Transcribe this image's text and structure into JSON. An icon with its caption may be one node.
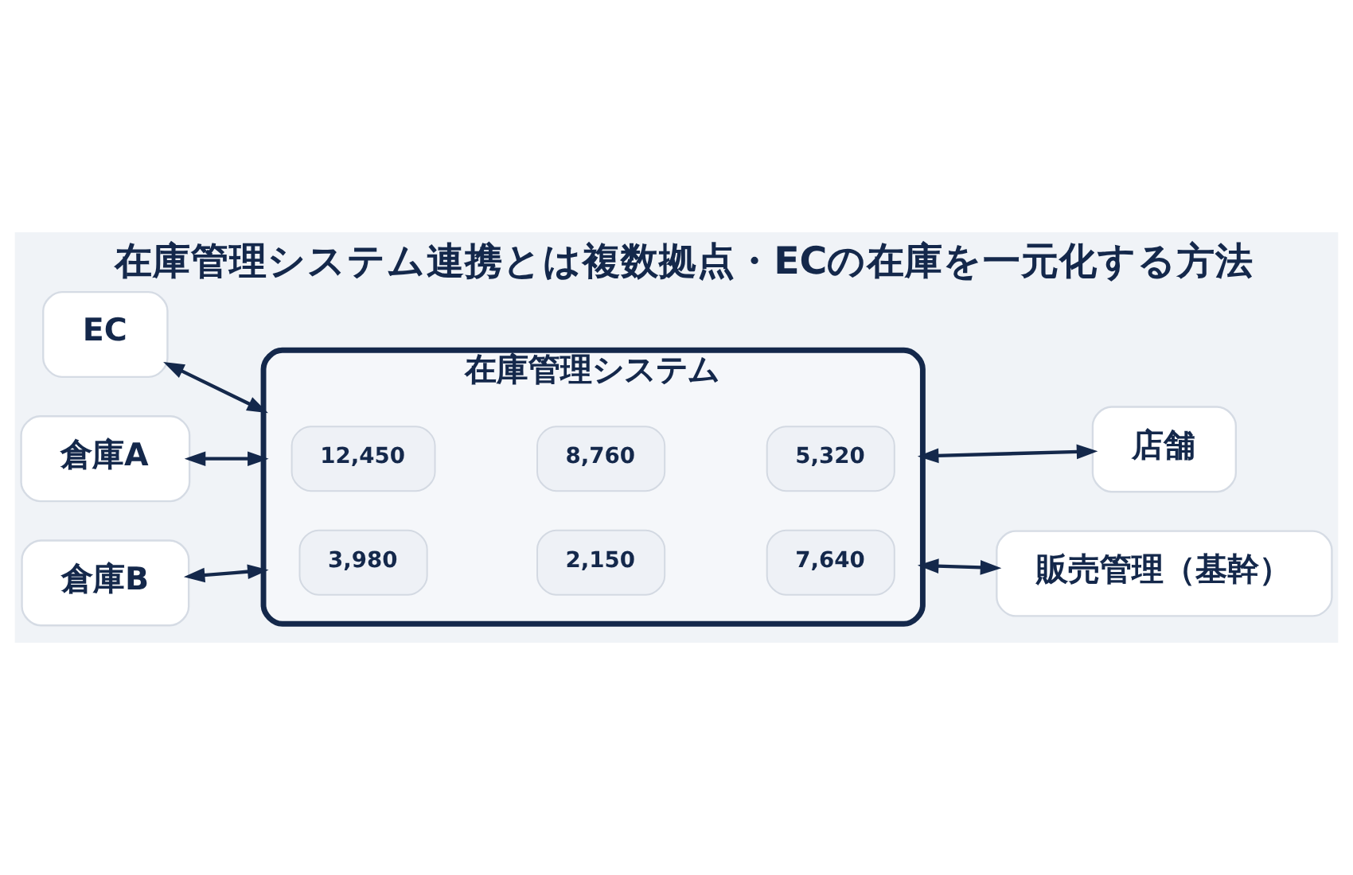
{
  "diagram": {
    "title": "在庫管理システム連携とは複数拠点・ECの在庫を一元化する方法",
    "nodes": [
      {
        "text": [
          "EC"
        ]
      },
      {
        "text": [
          "倉庫A"
        ]
      },
      {
        "text": [
          "倉庫B"
        ]
      },
      {
        "text": [
          "在庫管理システム"
        ]
      },
      {
        "text": [
          "12,450"
        ],
        "in": 3
      },
      {
        "text": [
          "8,760"
        ],
        "in": 3
      },
      {
        "text": [
          "5,320"
        ],
        "in": 3
      },
      {
        "text": [
          "3,980"
        ],
        "in": 3
      },
      {
        "text": [
          "2,150"
        ],
        "in": 3
      },
      {
        "text": [
          "7,640"
        ],
        "in": 3
      },
      {
        "text": [
          "店舗"
        ]
      },
      {
        "text": [
          "販売管理（基幹）"
        ]
      }
    ],
    "edges": [
      {
        "from": 0,
        "to": 3,
        "arrow": "both"
      },
      {
        "from": 1,
        "to": 3,
        "arrow": "both"
      },
      {
        "from": 2,
        "to": 3,
        "arrow": "both"
      },
      {
        "from": 3,
        "to": 10,
        "arrow": "both"
      },
      {
        "from": 3,
        "to": 11,
        "arrow": "both"
      }
    ]
  }
}
